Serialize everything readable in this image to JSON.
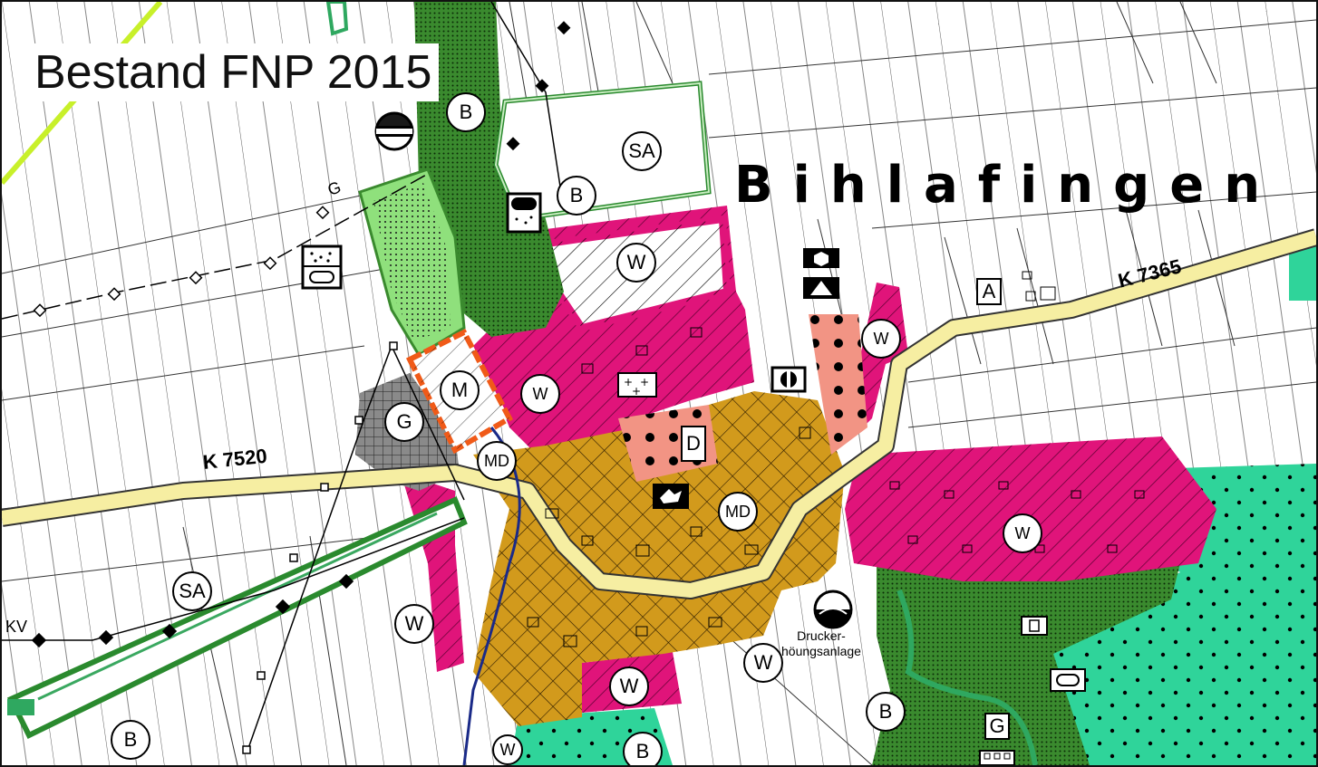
{
  "map": {
    "title": "Bestand FNP 2015",
    "town_name": "Bihlafingen",
    "roads": [
      {
        "id": "k7520",
        "label": "K 7520"
      },
      {
        "id": "k7365",
        "label": "K 7365"
      }
    ],
    "line_letters": [
      "G",
      "KV"
    ],
    "zone_labels": [
      "SA",
      "B",
      "B",
      "W",
      "M",
      "G",
      "MD",
      "MD",
      "W",
      "W",
      "W",
      "W",
      "W",
      "SA",
      "W",
      "B",
      "B",
      "B",
      "W"
    ],
    "box_labels": [
      "A",
      "D",
      "G"
    ],
    "facility_label_lines": [
      "Drucker-",
      "höungsanlage"
    ],
    "colors": {
      "wohnbau": "#e0147a",
      "dorfgebiet": "#d29a1c",
      "gemeinbedarf": "#f29484",
      "gewerbe": "#8a8a8a",
      "wald": "#2fd49a",
      "gruen": "#5fb84e",
      "gruenflaeche_dunkel": "#3a8a2e",
      "strasse": "#f6eea2",
      "planungsgebiet": "#f05a18",
      "gewaesser": "#1a2a88",
      "leitung": "#c8f02a"
    }
  }
}
